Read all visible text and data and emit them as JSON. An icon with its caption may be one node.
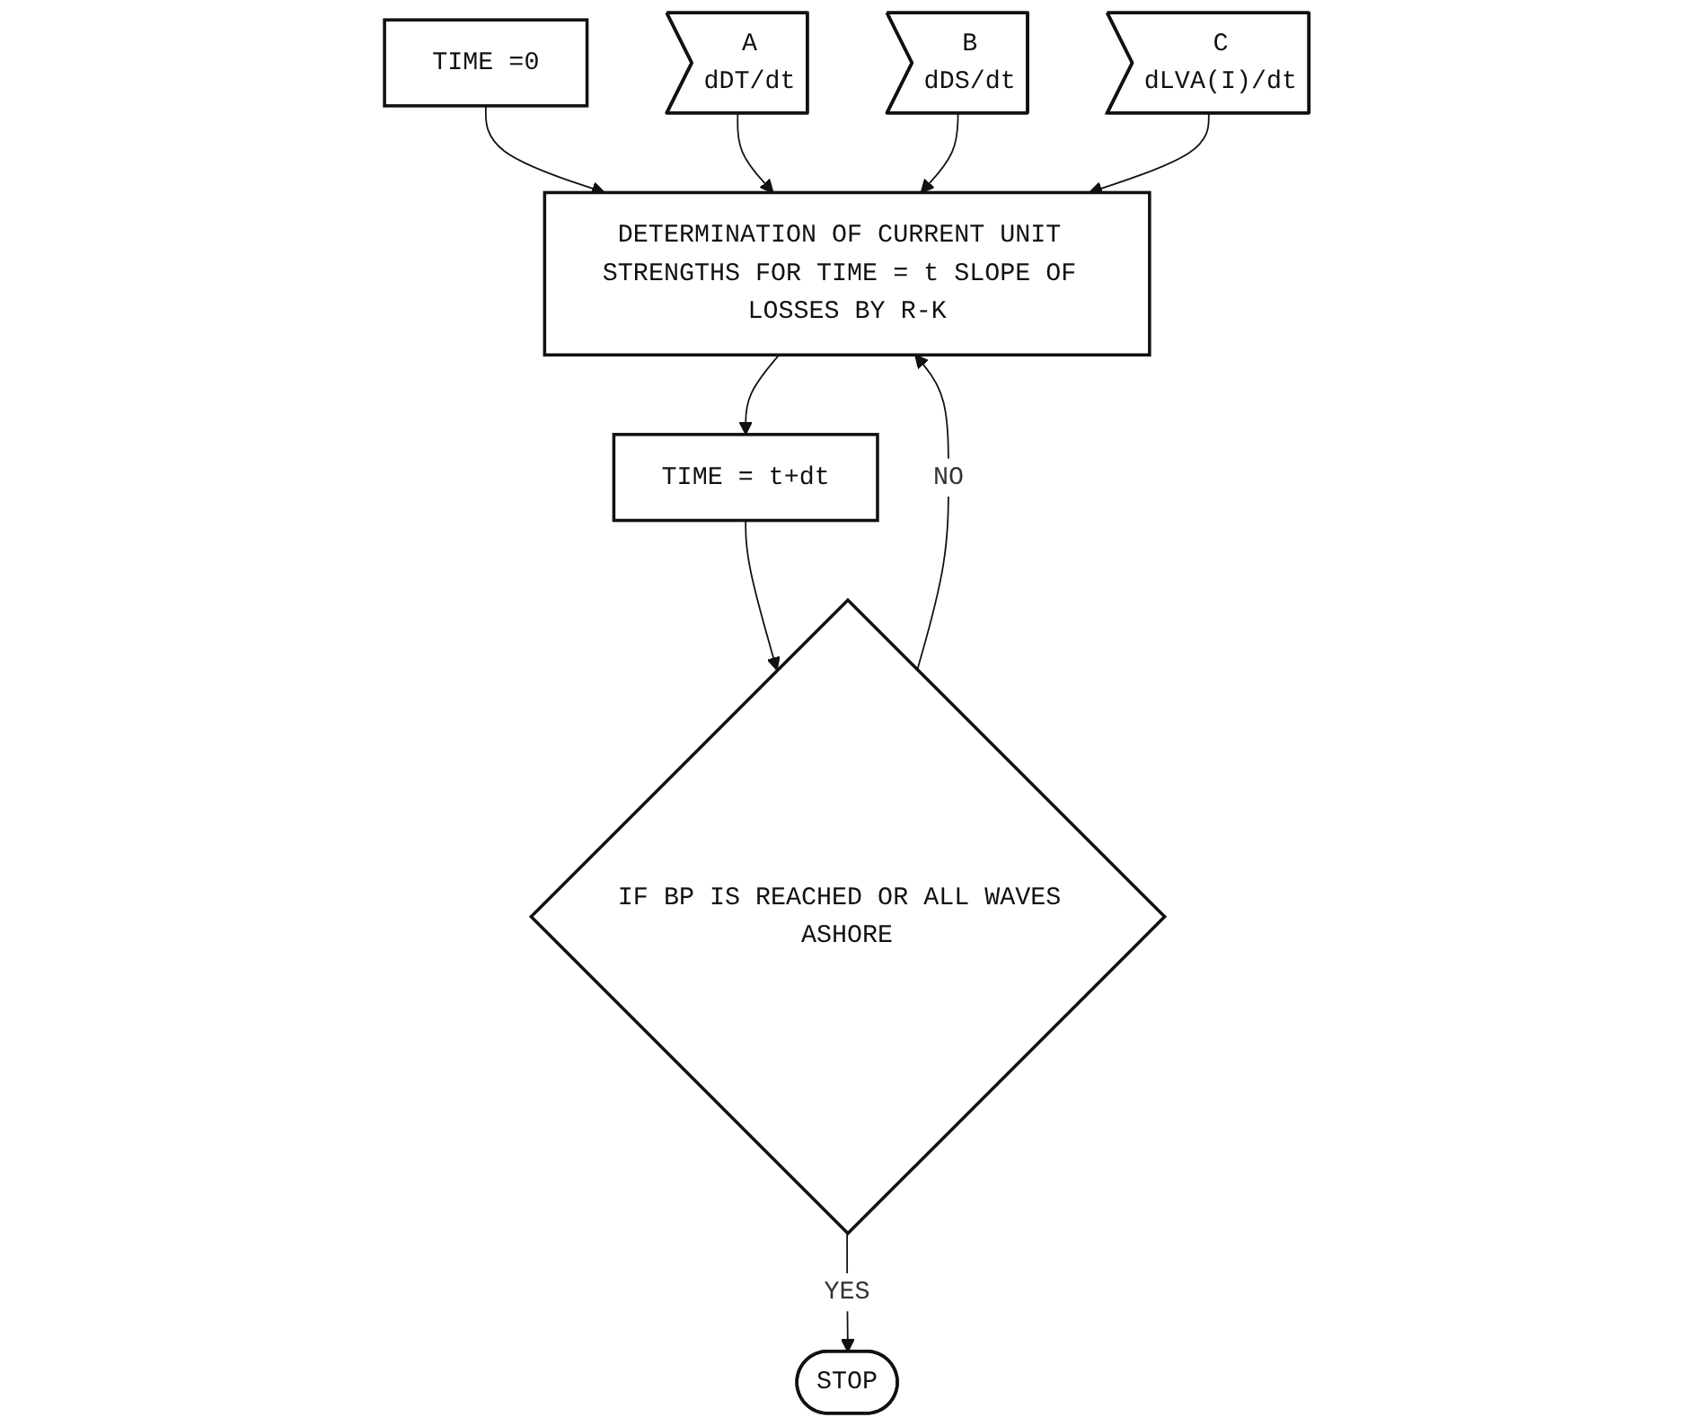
{
  "diagram": {
    "nodes": [
      {
        "text": [
          "TIME =0"
        ]
      },
      {
        "text": [
          "DETERMINATION OF CURRENT UNIT STRENGTHS FOR TIME = t SLOPE OF LOSSES BY R-K"
        ]
      },
      {
        "text": [
          "A",
          "dDT/dt"
        ]
      },
      {
        "text": [
          "B",
          "dDS/dt"
        ]
      },
      {
        "text": [
          "C",
          "dLVA(I)/dt"
        ]
      },
      {
        "text": [
          "TIME = t+dt"
        ]
      },
      {
        "text": [
          "IF BP IS REACHED OR ALL WAVES ASHORE"
        ]
      },
      {
        "text": [
          "STOP"
        ]
      }
    ],
    "edges": [
      {
        "from": 0,
        "to": 1,
        "arrow": "to"
      },
      {
        "from": 2,
        "to": 1,
        "arrow": "to"
      },
      {
        "from": 3,
        "to": 1,
        "arrow": "to"
      },
      {
        "from": 4,
        "to": 1,
        "arrow": "to"
      },
      {
        "from": 1,
        "to": 5,
        "arrow": "to"
      },
      {
        "from": 5,
        "to": 6,
        "arrow": "to"
      },
      {
        "from": 6,
        "to": 7,
        "label": "YES",
        "arrow": "to"
      },
      {
        "from": 6,
        "to": 1,
        "label": "NO",
        "arrow": "to"
      }
    ]
  }
}
